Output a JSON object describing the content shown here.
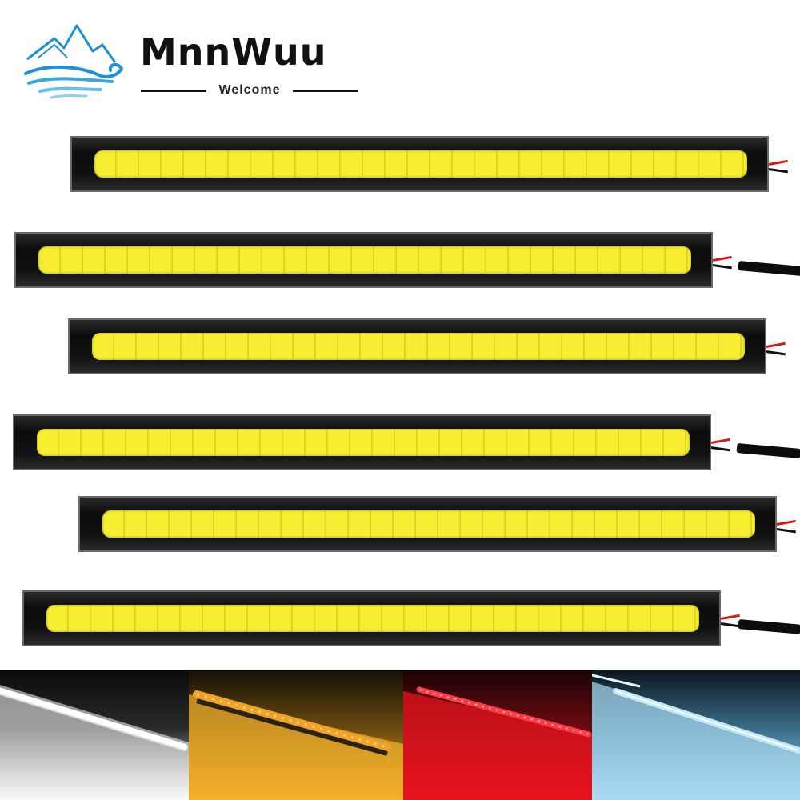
{
  "brand": {
    "name": "MnnWuu",
    "tagline": "Welcome"
  },
  "product": {
    "strips": [
      {
        "glow_color": "#f7ee32"
      },
      {
        "glow_color": "#f7ee32"
      },
      {
        "glow_color": "#f7ee32"
      },
      {
        "glow_color": "#f7ee32"
      },
      {
        "glow_color": "#f7ee32"
      },
      {
        "glow_color": "#f7ee32"
      }
    ],
    "light_colors": [
      {
        "name": "white",
        "hex": "#ffffff"
      },
      {
        "name": "amber",
        "hex": "#f0a82a"
      },
      {
        "name": "red",
        "hex": "#e8141e"
      },
      {
        "name": "ice-blue",
        "hex": "#9fd3ef"
      }
    ]
  },
  "colors": {
    "accent_blue": "#1f8fd6",
    "strip_body": "#111111"
  }
}
